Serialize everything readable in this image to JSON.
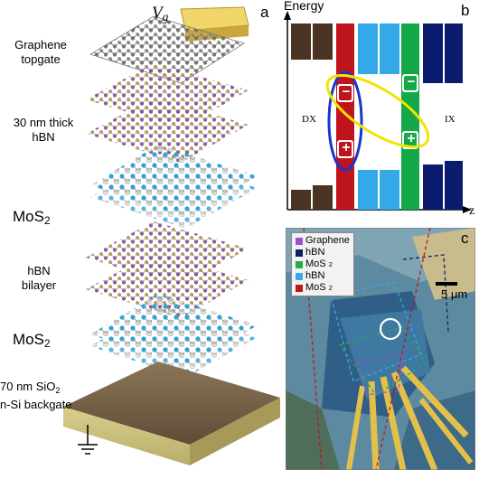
{
  "panel_a": {
    "letter": "a",
    "vg_main": "V",
    "vg_sub": "g",
    "labels": {
      "graphene_line1": "Graphene",
      "graphene_line2": "topgate",
      "hbn30_line1": "30 nm thick",
      "hbn30_line2": "hBN",
      "mos2_top": "MoS",
      "mos2_top_sub": "2",
      "hbn_bilayer_line1": "hBN",
      "hbn_bilayer_line2": "bilayer",
      "mos2_bottom": "MoS",
      "mos2_bottom_sub": "2",
      "substrate_line1": "70 nm SiO",
      "substrate_line1_sub": "2",
      "substrate_line2": "n-Si backgate"
    },
    "colors": {
      "graphene": "#8a8a8a",
      "hbn_b": "#b9a15a",
      "hbn_n": "#8c4a9c",
      "mos2_s": "#2aa5d8",
      "mos2_mo": "#d8d8d8",
      "gate": "#e6c64a",
      "substrate": "#6e5a42"
    }
  },
  "panel_b": {
    "letter": "b",
    "ylabel": "Energy",
    "xlabel": "z",
    "dx_label": "DX",
    "ix_label": "IX",
    "minus": "−",
    "plus": "+",
    "colors": {
      "brown": "#4a3322",
      "red": "#c0141c",
      "sky": "#34a8e8",
      "green": "#14a848",
      "navy": "#0b1c6e",
      "ellipse_blue": "#1a35c8",
      "ellipse_yellow": "#f2e400"
    }
  },
  "panel_c": {
    "letter": "c",
    "scale": "5 μm",
    "legend": [
      {
        "text": "Graphene",
        "sub": "",
        "color": "#9b4fd8"
      },
      {
        "text": "hBN",
        "sub": "",
        "color": "#0e1f66"
      },
      {
        "text": "MoS",
        "sub": "2",
        "color": "#1fb04d"
      },
      {
        "text": "hBN",
        "sub": "",
        "color": "#38a8e6"
      },
      {
        "text": "MoS",
        "sub": "2",
        "color": "#c2141c"
      }
    ]
  }
}
